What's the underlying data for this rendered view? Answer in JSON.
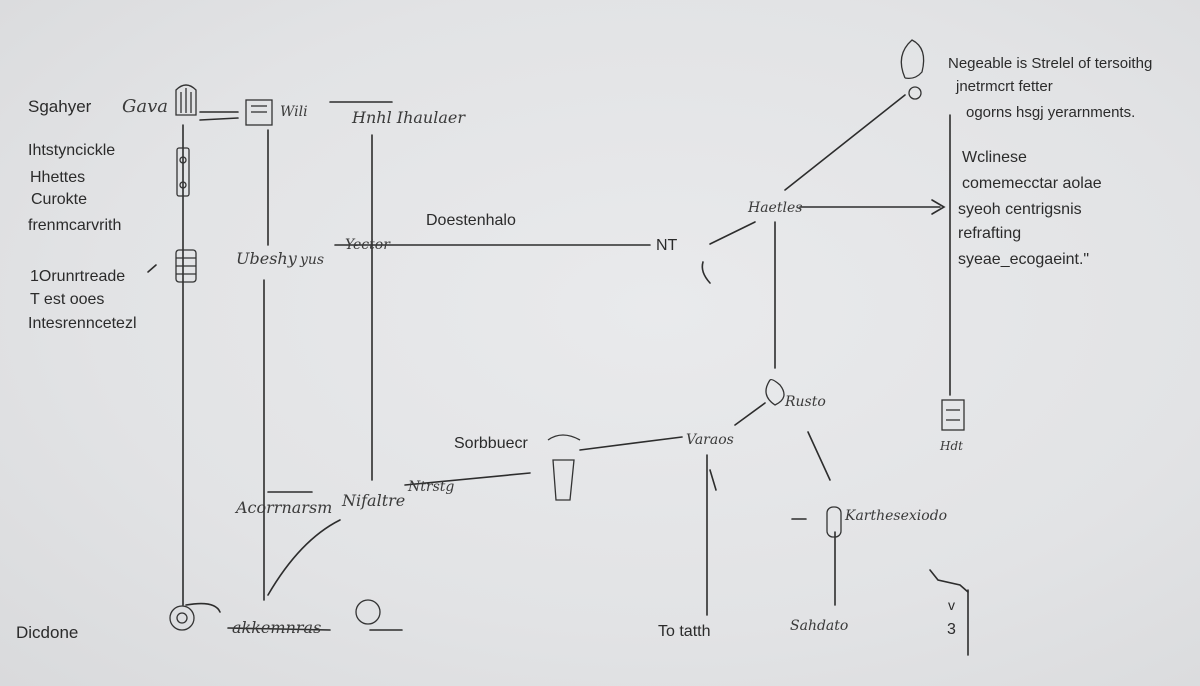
{
  "left_notes": {
    "top_label": "Sgahyer",
    "lines_group1": [
      "Ihtstyncickle",
      "Hhettes",
      "Curokte",
      "frenmcarvrith"
    ],
    "lines_group2": [
      "1Orunrtreade",
      "T est ooes",
      "Intesrenncetezl"
    ],
    "bottom_label": "Dicdone"
  },
  "top_right_note": {
    "line1": "Negeable is Strelel of  tersoithg",
    "line2": "jnetrmcrt fetter",
    "line3": "ogorns hsgj yerarnments."
  },
  "right_note": {
    "lines": [
      "Wclinese",
      "comemecctar aolae",
      "syeoh centrigsnis",
      "refrafting",
      "syeae_ecogaeint.\""
    ]
  },
  "nodes": {
    "top_glyph_1": "Gava",
    "top_glyph_2": "Wili",
    "hub_top": "Hnhl  Ihaulaer",
    "body_node": "Ubeshy",
    "body_node_suffix": "yus",
    "vector_node": "Yector",
    "center_label": "Doestenhalo",
    "nt_node": "NT",
    "hatches_node": "Haetles",
    "shibuer_node": "Sorbbuecr",
    "varaos_node": "Varaos",
    "rusto_node": "Rusto",
    "arrow_node_left": "Acorrnarsm",
    "arrow_node_right": "Nifaltre",
    "arrow_node_tag": "Ntrstg",
    "extrasic_node": "Karthesexiodo",
    "bottom_center": "akkemnras",
    "bottom_right_label": "To tatth",
    "bottom_right_script": "Sahdato",
    "far_right_small": "Hdt",
    "far_right_v": "v",
    "far_right_num": "3"
  }
}
